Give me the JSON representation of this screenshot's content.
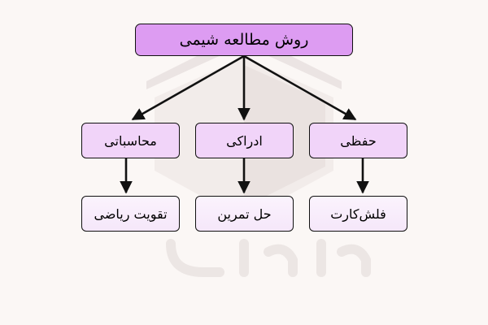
{
  "root": {
    "label": "روش مطالعه شیمی"
  },
  "branches": [
    {
      "label": "حفظی",
      "child": "فلش‌کارت"
    },
    {
      "label": "ادراکی",
      "child": "حل تمرین"
    },
    {
      "label": "محاسباتی",
      "child": "تقویت ریاضی"
    }
  ],
  "colors": {
    "root_fill": "#dd9cf2",
    "node_fill": "#f1d4f9",
    "leaf_fill": "#f8eefc",
    "stroke": "#111111",
    "background": "#fbf7f5"
  },
  "watermark": {
    "logo_text": "فرادرس"
  }
}
